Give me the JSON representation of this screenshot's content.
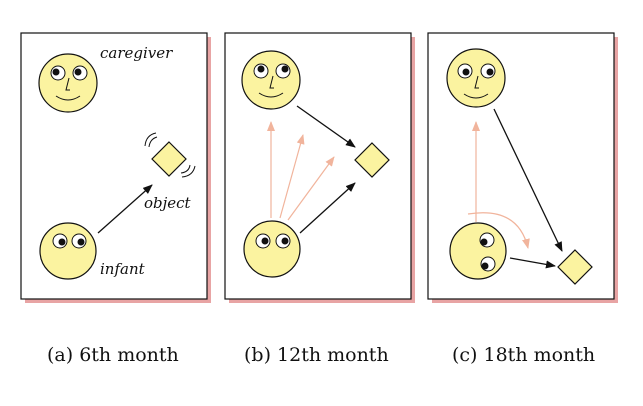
{
  "panels": [
    {
      "caption": "(a) 6th month",
      "labels": {
        "caregiver": "caregiver",
        "object": "object",
        "infant": "infant"
      }
    },
    {
      "caption": "(b) 12th month"
    },
    {
      "caption": "(c) 18th month"
    }
  ],
  "colors": {
    "face_fill": "#fbf3a0",
    "object_fill": "#fbf3a0",
    "outline": "#111111",
    "panel_shadow": "#e8a4a4",
    "gaze_arrow": "#111111",
    "faint_arrow": "#f1b49c"
  }
}
